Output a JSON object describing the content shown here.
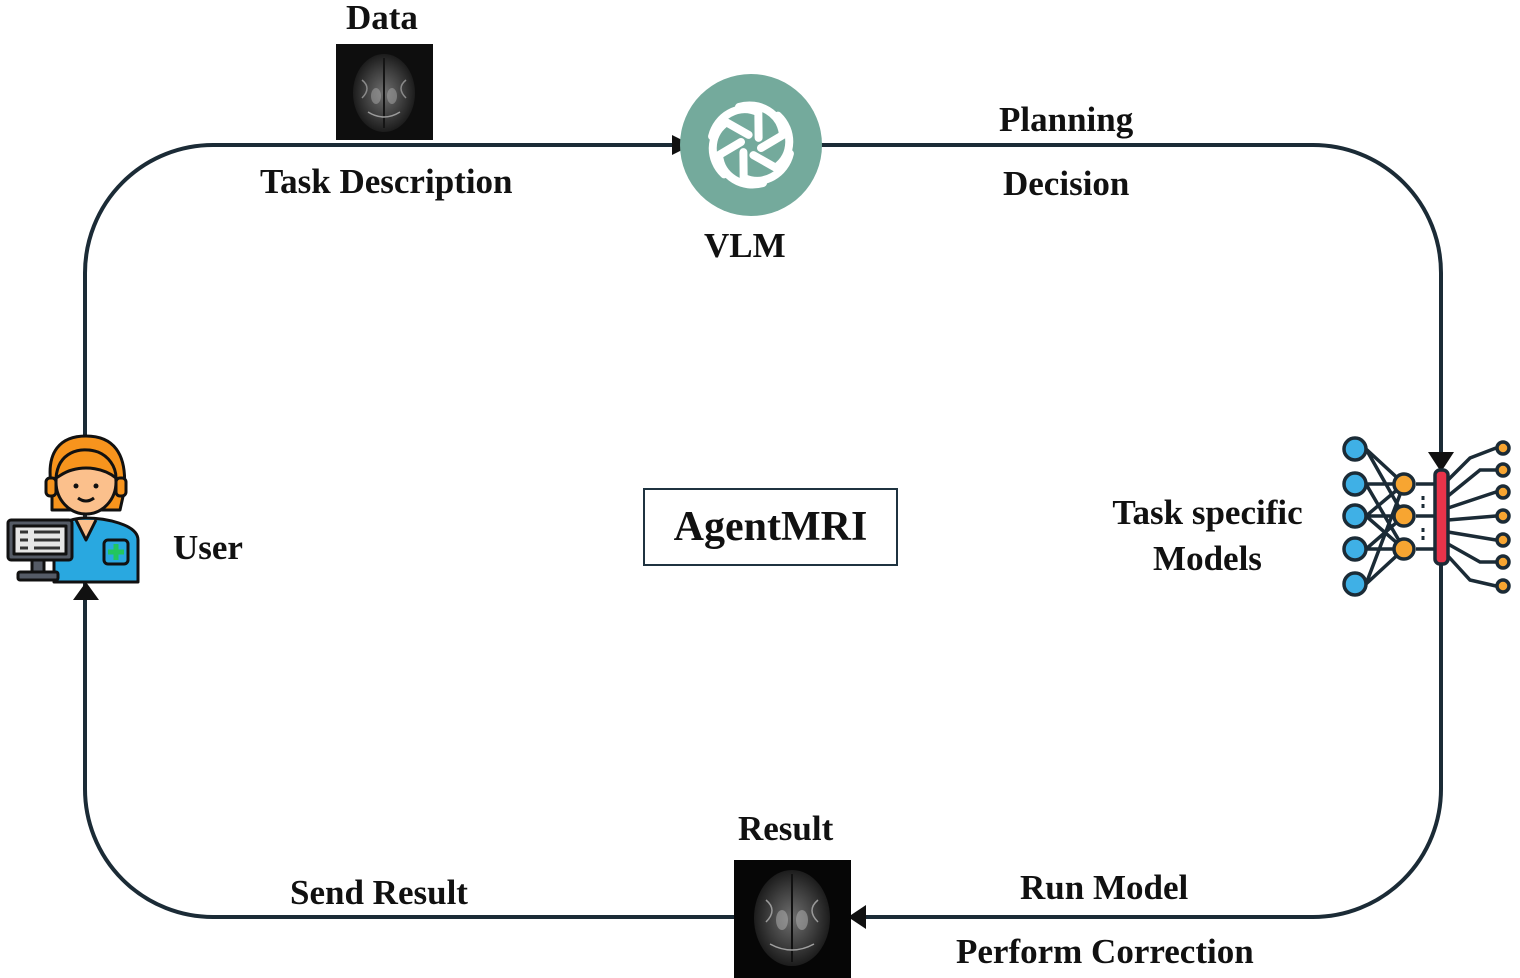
{
  "labels": {
    "data": "Data",
    "task_description": "Task Description",
    "vlm": "VLM",
    "planning": "Planning",
    "decision": "Decision",
    "user": "User",
    "center_title": "AgentMRI",
    "task_specific_line1": "Task specific",
    "task_specific_line2": "Models",
    "result": "Result",
    "send_result": "Send Result",
    "run_model": "Run Model",
    "perform_correction": "Perform Correction"
  },
  "colors": {
    "loop_line": "#1b2b36",
    "vlm_circle": "#74aa9c",
    "skin": "#fbc08c",
    "hair": "#f7941d",
    "scrub": "#29a8e0",
    "node_blue": "#3fb0e6",
    "node_orange": "#f7a531",
    "bar_red": "#e8334a"
  },
  "icons": {
    "vlm": "openai-logo-icon",
    "user": "doctor-at-computer-icon",
    "models": "neural-network-icon",
    "data_image": "brain-mri-icon",
    "result_image": "brain-mri-icon"
  }
}
